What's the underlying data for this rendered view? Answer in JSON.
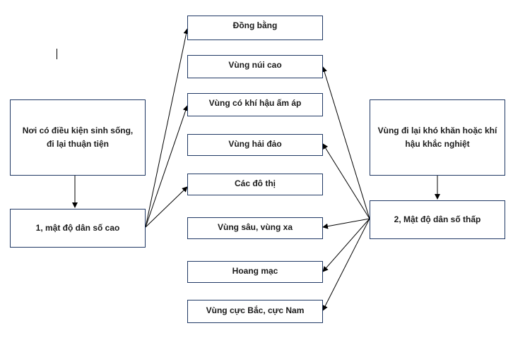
{
  "diagram": {
    "left_condition": "Nơi có điều kiện sinh sống, đi lại thuận tiện",
    "left_result": "1, mật độ dân số cao",
    "right_condition": "Vùng đi lại khó khăn hoặc khí hậu khắc nghiệt",
    "right_result": "2, Mật độ dân số thấp",
    "middle_items": [
      "Đồng bằng",
      "Vùng núi cao",
      "Vùng có khí hậu ấm áp",
      "Vùng hải đảo",
      "Các đô thị",
      "Vùng sâu, vùng xa",
      "Hoang mạc",
      "Vùng cực Bắc, cực Nam"
    ]
  }
}
